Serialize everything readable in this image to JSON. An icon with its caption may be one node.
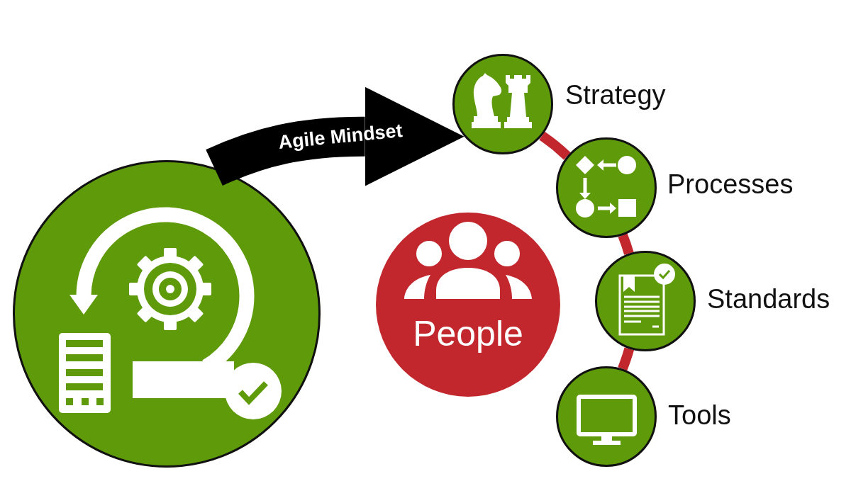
{
  "diagram": {
    "nodes": [
      {
        "text": [],
        "shape": "circle"
      },
      {
        "text": [],
        "shape": "circle",
        "beside": [
          "Strategy"
        ]
      },
      {
        "text": [],
        "shape": "circle",
        "beside": [
          "Processes"
        ]
      },
      {
        "text": [],
        "shape": "circle",
        "beside": [
          "Standards"
        ]
      },
      {
        "text": [],
        "shape": "circle",
        "beside": [
          "Tools"
        ]
      },
      {
        "text": [
          "People"
        ]
      }
    ],
    "edges": [
      {
        "from": 0,
        "to": 1,
        "arrow": "to",
        "label": "Agile Mindset",
        "style": "thick",
        "color": "#000000"
      },
      {
        "from": 1,
        "to": 2,
        "arrow": "none"
      },
      {
        "from": 2,
        "to": 3,
        "arrow": "none"
      },
      {
        "from": 3,
        "to": 4,
        "arrow": "none"
      }
    ]
  }
}
